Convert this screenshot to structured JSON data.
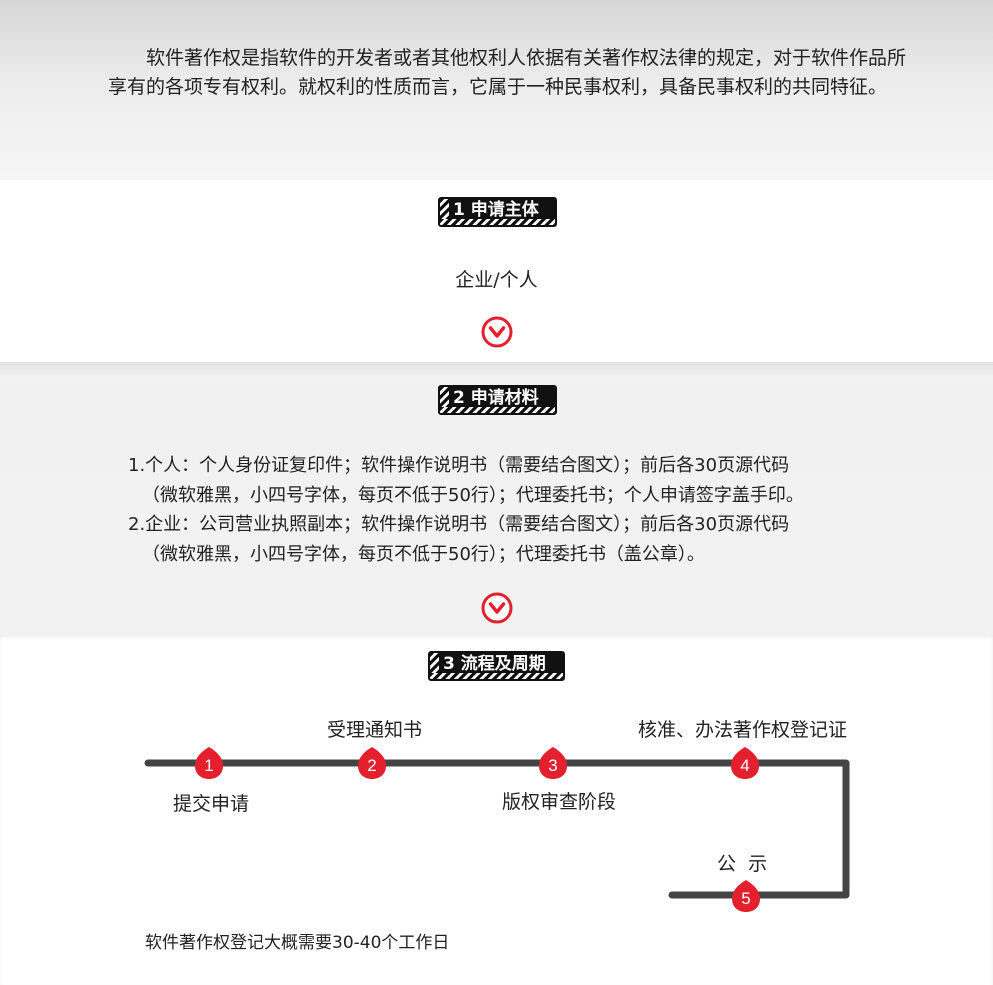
{
  "intro": {
    "text": "软件著作权是指软件的开发者或者其他权利人依据有关著作权法律的规定，对于软件作品所享有的各项专有权利。就权利的性质而言，它属于一种民事权利，具备民事权利的共同特征。"
  },
  "section1": {
    "badge": "1 申请主体",
    "content": "企业/个人"
  },
  "section2": {
    "badge": "2 申请材料",
    "lines": [
      "1.个人：个人身份证复印件；软件操作说明书（需要结合图文）；前后各30页源代码",
      "（微软雅黑，小四号字体，每页不低于50行）；代理委托书；个人申请签字盖手印。",
      "2.企业：公司营业执照副本；软件操作说明书（需要结合图文）；前后各30页源代码",
      "（微软雅黑，小四号字体，每页不低于50行）；代理委托书（盖公章）。"
    ]
  },
  "section3": {
    "badge": "3 流程及周期",
    "steps": [
      {
        "num": "1",
        "label": "提交申请"
      },
      {
        "num": "2",
        "label": "受理通知书"
      },
      {
        "num": "3",
        "label": "版权审查阶段"
      },
      {
        "num": "4",
        "label": "核准、办法著作权登记证"
      },
      {
        "num": "5",
        "label": "公  示"
      }
    ],
    "footnote": "软件著作权登记大概需要30-40个工作日"
  },
  "colors": {
    "accent_red": "#e5202e",
    "line_gray": "#444444",
    "badge_black": "#111111"
  },
  "icons": {
    "down_arrow": "chevron-down-circle-icon"
  }
}
